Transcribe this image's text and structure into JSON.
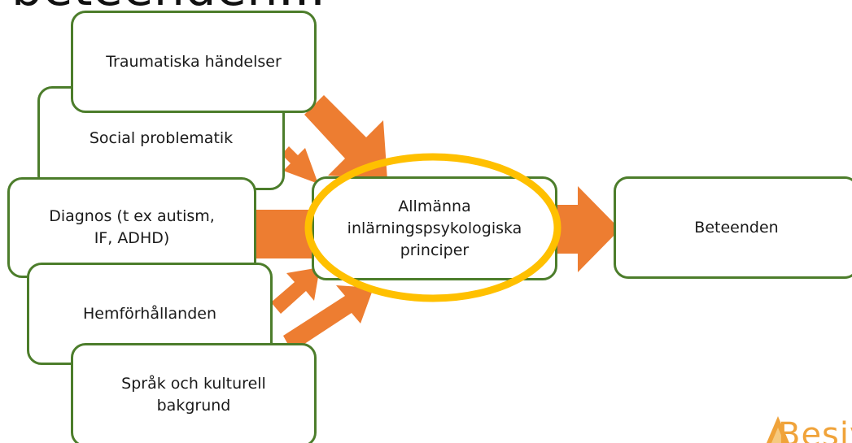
{
  "slide": {
    "title": "beteenden..."
  },
  "diagram": {
    "factors": [
      "Traumatiska händelser",
      "Social problematik",
      "Diagnos (t ex autism,\nIF, ADHD)",
      "Hemförhållanden",
      "Språk och kulturell\nbakgrund"
    ],
    "center": "Allmänna\ninlärningspsykologiska\nprinciper",
    "result": "Beteenden"
  },
  "logo": {
    "text": "Besiv"
  },
  "colors": {
    "box_border": "#4c7d2b",
    "arrow": "#ed7d31",
    "highlight_ellipse": "#ffc000",
    "logo": "#f0a33a"
  }
}
